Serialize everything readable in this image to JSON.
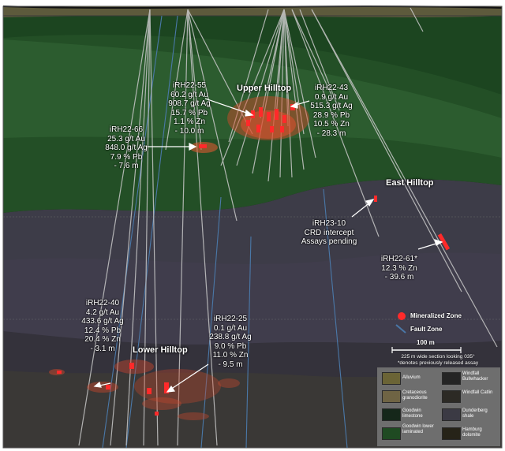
{
  "zones": {
    "upper_hilltop": "Upper Hilltop",
    "east_hilltop": "East Hilltop",
    "lower_hilltop": "Lower Hilltop"
  },
  "intercepts": {
    "irh22_55": [
      "iRH22-55",
      "60.2 g/t Au",
      "908.7 g/t Ag",
      "15.7 % Pb",
      "1.1 % Zn",
      "- 10.0 m"
    ],
    "irh22_43": [
      "iRH22-43",
      "0.9 g/t Au",
      "515.3 g/t Ag",
      "28.9 % Pb",
      "10.5 % Zn",
      "- 28.3 m"
    ],
    "irh22_66": [
      "iRH22-66",
      "25.3 g/t Au",
      "848.0 g/t Ag",
      "7.9 % Pb",
      "- 7.6 m"
    ],
    "irh23_10": [
      "iRH23-10",
      "CRD intercept",
      "Assays pending"
    ],
    "irh22_61": [
      "iRH22-61*",
      "12.3 % Zn",
      "- 39.6 m"
    ],
    "irh22_40": [
      "iRH22-40",
      "4.2 g/t Au",
      "433.6 g/t Ag",
      "12.4 % Pb",
      "20.4 % Zn",
      "- 3.1 m"
    ],
    "irh22_25": [
      "iRH22-25",
      "0.1 g/t Au",
      "238.8 g/t Ag",
      "9.0 % Pb",
      "11.0 % Zn",
      "- 9.5 m"
    ]
  },
  "legend": {
    "mineralized_zone": "Mineralized Zone",
    "fault_zone": "Fault Zone",
    "scale_bar": "100 m",
    "note_line1": "225 m wide section looking 035°",
    "note_line2": "*denotes previously released assay",
    "units": [
      {
        "name": "Alluvium",
        "color": "#6b6436"
      },
      {
        "name": "Windfall Bullwhacker",
        "color": "#242424"
      },
      {
        "name": "Cretaceous granodiorite",
        "color": "#6f6444"
      },
      {
        "name": "Windfall Catlin",
        "color": "#2c2a25"
      },
      {
        "name": "Goodwin limestone",
        "color": "#15271a"
      },
      {
        "name": "Dunderberg shale",
        "color": "#3b3a44"
      },
      {
        "name": "Goodwin lower laminated",
        "color": "#1f4a22"
      },
      {
        "name": "Hamburg dolomite",
        "color": "#262318"
      }
    ]
  },
  "colors": {
    "mineralized": "#ff2a2a",
    "fault": "#4a78a8",
    "drill_trace": "#c8c8c8"
  }
}
